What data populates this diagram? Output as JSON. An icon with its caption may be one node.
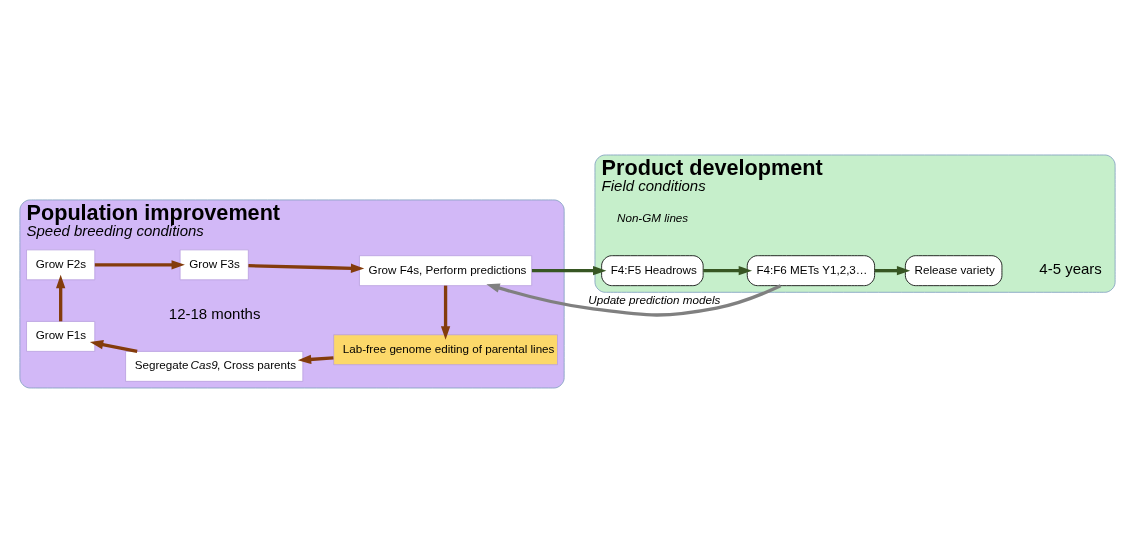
{
  "diagram": {
    "nodes": [
      {
        "text": [
          "Population improvement",
          "Speed breeding conditions",
          "12-18 months"
        ]
      },
      {
        "text": [
          "Product development",
          "Field conditions",
          "4-5 years"
        ]
      },
      {
        "text": [
          "Grow F2s"
        ],
        "in": 0
      },
      {
        "text": [
          "Grow F3s"
        ],
        "in": 0
      },
      {
        "text": [
          "Grow F4s, Perform predictions"
        ],
        "in": 0
      },
      {
        "text": [
          "Lab-free genome editing of parental lines"
        ],
        "in": 0
      },
      {
        "text": [
          "Segregate *Cas9*, Cross parents"
        ],
        "in": 0
      },
      {
        "text": [
          "Grow F1s"
        ],
        "in": 0
      },
      {
        "text": [
          "F4:F5 Headrows"
        ],
        "in": 1,
        "beside": [
          "Non-GM lines"
        ]
      },
      {
        "text": [
          "F4:F6 METs Y1,2,3…"
        ],
        "in": 1
      },
      {
        "text": [
          "Release variety"
        ],
        "in": 1
      }
    ],
    "edges": [
      {
        "from": 2,
        "to": 3,
        "arrow": "to"
      },
      {
        "from": 3,
        "to": 4,
        "arrow": "to"
      },
      {
        "from": 4,
        "to": 5,
        "arrow": "to"
      },
      {
        "from": 5,
        "to": 6,
        "arrow": "to"
      },
      {
        "from": 6,
        "to": 7,
        "arrow": "to"
      },
      {
        "from": 7,
        "to": 2,
        "arrow": "to"
      },
      {
        "from": 4,
        "to": 8,
        "arrow": "to",
        "color": "#375623"
      },
      {
        "from": 8,
        "to": 9,
        "arrow": "to",
        "color": "#375623"
      },
      {
        "from": 9,
        "to": 10,
        "arrow": "to",
        "color": "#375623"
      },
      {
        "from": 9,
        "to": 4,
        "arrow": "to",
        "label": "Update prediction models",
        "color": "#808080"
      }
    ]
  }
}
